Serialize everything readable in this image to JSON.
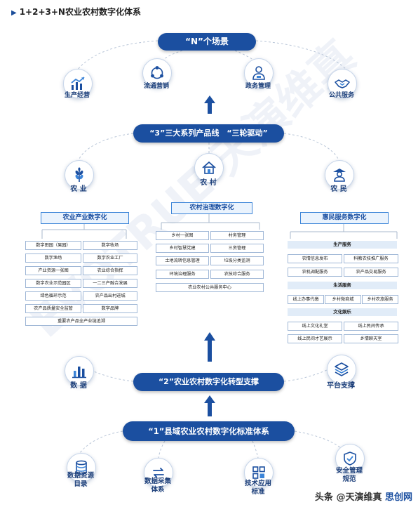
{
  "title": "1+2+3+N农业农村数字化体系",
  "watermark": "EVOTRUE 天演维真",
  "footer": "头条 @天演维真",
  "footer_brand": "思创网",
  "tier_n": {
    "label": "“N”个场景",
    "nodes": [
      {
        "label": "生产经营",
        "icon": "growth-chart-icon"
      },
      {
        "label": "流通营销",
        "icon": "cycle-icon"
      },
      {
        "label": "政务管理",
        "icon": "official-icon"
      },
      {
        "label": "公共服务",
        "icon": "handshake-icon"
      }
    ]
  },
  "tier_3": {
    "label": "“3”三大系列产品线　“三轮驱动”",
    "nodes": [
      {
        "label": "农 业",
        "icon": "wheat-icon"
      },
      {
        "label": "农 村",
        "icon": "house-icon"
      },
      {
        "label": "农 民",
        "icon": "farmer-icon"
      }
    ]
  },
  "agri": {
    "header": "农业产业数字化",
    "rows": [
      [
        "数字田园（果园）",
        "数字牧场"
      ],
      [
        "数字渔场",
        "数字农业工厂"
      ],
      [
        "产业资源一张图",
        "农业综合指挥"
      ],
      [
        "数字农业示范园区",
        "一二三产融合发展"
      ],
      [
        "绿色循环示范",
        "农产品出村进城"
      ],
      [
        "农产品质量安全监管",
        "数字品牌"
      ]
    ],
    "full": "重要农产品全产业链追溯"
  },
  "village": {
    "header": "农村治理数字化",
    "rows": [
      [
        "乡村一张图",
        "村务管理"
      ],
      [
        "乡村智慧党建",
        "三资管理"
      ],
      [
        "土地流转信息管理",
        "垃圾分类监测"
      ],
      [
        "环境治理服务",
        "农技综合服务"
      ]
    ],
    "full": "农业农村公共服务中心"
  },
  "farmer": {
    "header": "惠民服务数字化",
    "groups": [
      {
        "title": "生产服务",
        "rows": [
          [
            "农情信息发布",
            "科教农技推广服务"
          ],
          [
            "农机调配服务",
            "农产品交易服务"
          ]
        ]
      },
      {
        "title": "生活服务",
        "rows": [
          [
            "线上办事代缴",
            "乡村微商城",
            "乡村农旅服务"
          ]
        ]
      },
      {
        "title": "文化娱乐",
        "rows": [
          [
            "线上文化礼堂",
            "线上民间传承"
          ],
          [
            "线上民间才艺展示",
            "乡情聊天室"
          ]
        ]
      }
    ]
  },
  "tier_2": {
    "label": "“2”农业农村数字化转型支撑",
    "left": {
      "label": "数 据",
      "icon": "bar-chart-icon"
    },
    "right": {
      "label": "平台支撑",
      "icon": "layers-icon"
    }
  },
  "tier_1": {
    "label": "“1”县域农业农村数字化标准体系",
    "nodes": [
      {
        "label": "数据资源\n目录",
        "icon": "database-icon"
      },
      {
        "label": "数据采集\n体系",
        "icon": "transfer-icon"
      },
      {
        "label": "技术应用\n标准",
        "icon": "grid-icon"
      },
      {
        "label": "安全管理\n规范",
        "icon": "shield-icon"
      }
    ]
  },
  "colors": {
    "primary": "#1b4fa0",
    "accent": "#3b84d8",
    "light": "#eaf3fd"
  }
}
